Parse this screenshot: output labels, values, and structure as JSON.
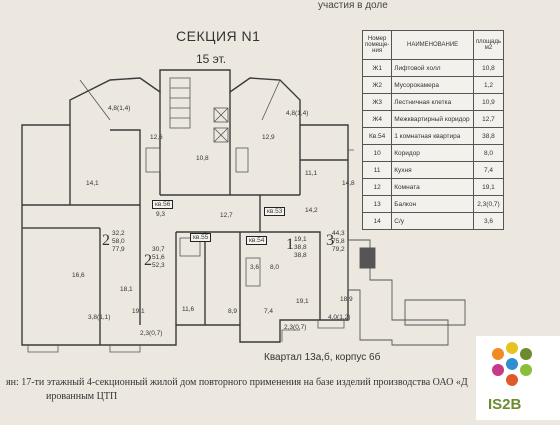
{
  "header": {
    "top_note": "участия в доле",
    "title": "СЕКЦИЯ N1",
    "subtitle": "15 эт."
  },
  "legend": {
    "headers": [
      "Номер помеще- ния",
      "НАИМЕНОВАНИЕ",
      "площадь м2"
    ],
    "rows": [
      {
        "num": "Ж1",
        "name": "Лифтовой холл",
        "area": "10,8"
      },
      {
        "num": "Ж2",
        "name": "Мусорокамера",
        "area": "1,2"
      },
      {
        "num": "Ж3",
        "name": "Лестничная клетка",
        "area": "10,9"
      },
      {
        "num": "Ж4",
        "name": "Межквартирный коридор",
        "area": "12,7"
      },
      {
        "num": "Кв.54",
        "name": "1 комнатная квартира",
        "area": "38,8"
      },
      {
        "num": "10",
        "name": "Коридор",
        "area": "8,0"
      },
      {
        "num": "11",
        "name": "Кухня",
        "area": "7,4"
      },
      {
        "num": "12",
        "name": "Комната",
        "area": "19,1"
      },
      {
        "num": "13",
        "name": "Балкон",
        "area": "2,3(0,7)"
      },
      {
        "num": "14",
        "name": "С/у",
        "area": "3,6"
      }
    ]
  },
  "apartments": [
    {
      "label": "кв.56"
    },
    {
      "label": "кв.55"
    },
    {
      "label": "кв.54"
    },
    {
      "label": "кв.53"
    }
  ],
  "room_labels": {
    "r1": "4,8(1,4)",
    "r2": "12,6",
    "r3": "10,8",
    "r4": "12,9",
    "r5": "4,8(1,4)",
    "r6": "14,1",
    "r7": "9,3",
    "r8": "12,7",
    "r9": "11,1",
    "r10": "14,8",
    "r11": "14,2",
    "r12": "32,2\n58,0\n77,9",
    "r13": "30,7\n51,6\n52,3",
    "r14": "19,1\n38,8\n38,8",
    "r15": "44,3\n75,8\n79,2",
    "r16": "16,6",
    "r17": "18,1",
    "r18": "19,1",
    "r19": "11,6",
    "r20": "8,9",
    "r21": "7,4",
    "r22": "19,1",
    "r23": "18,9",
    "r24": "3,8(1,1)",
    "r25": "2,3(0,7)",
    "r26": "2,3(0,7)",
    "r27": "4,0(1,2)",
    "r28": "8,0",
    "r29": "3,6"
  },
  "apt_numbers": [
    "2",
    "2",
    "1",
    "3"
  ],
  "caption": "Квартал 13а,б, корпус 6б",
  "footer": {
    "line1": "ян: 17-ти этажный 4-секционный жилой дом повторного применения на базе изделий производства ОАО «Д",
    "line2": "ированным ЦТП"
  },
  "logo": {
    "text": "IS2B",
    "accent": "#6d8b2e"
  }
}
